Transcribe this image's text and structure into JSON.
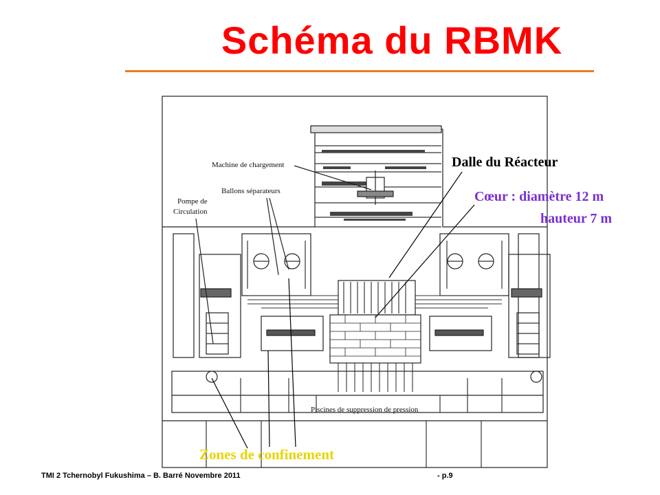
{
  "slide": {
    "title": "Schéma du RBMK",
    "footer_left": "TMI 2 Tchernobyl Fukushima – B. Barré  Novembre 2011",
    "footer_right": "- p.9"
  },
  "callouts": {
    "dalle": "Dalle du Réacteur",
    "coeur_line1": "Cœur : diamètre 12 m",
    "coeur_line2": "hauteur    7 m",
    "zones": "Zones de confinement"
  },
  "drawing_labels": {
    "machine": "Machine de chargement",
    "ballons": "Ballons séparateurs",
    "pompe_line1": "Pompe de",
    "pompe_line2": "Circulation",
    "piscines": "Piscines  de  suppression  de  pression"
  },
  "colors": {
    "title": "#ff0000",
    "rule": "#f07a1c",
    "coeur": "#7a2fd0",
    "zones": "#e8d400"
  }
}
